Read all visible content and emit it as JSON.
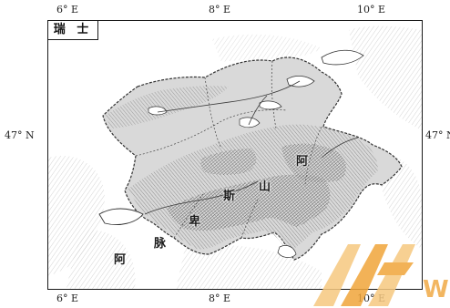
{
  "map": {
    "title": "瑞 士",
    "top_longitudes": [
      "6° E",
      "8° E",
      "10° E"
    ],
    "bottom_longitudes": [
      "6° E",
      "8° E",
      "10° E"
    ],
    "left_latitude": "47° N",
    "right_latitude": "47° N",
    "labels": {
      "a_er": "阿",
      "bei": "卑",
      "si": "斯",
      "shan": "山",
      "ya": "阿",
      "mai": "脉"
    }
  },
  "watermark": {
    "letter": "W",
    "colors": [
      "#f0a53a",
      "#f6c880"
    ]
  },
  "colors": {
    "frame": "#1a1a1a",
    "relief_dark": "#6e6e6e",
    "relief_mid": "#a3a3a3",
    "relief_light": "#d3d3d3"
  }
}
